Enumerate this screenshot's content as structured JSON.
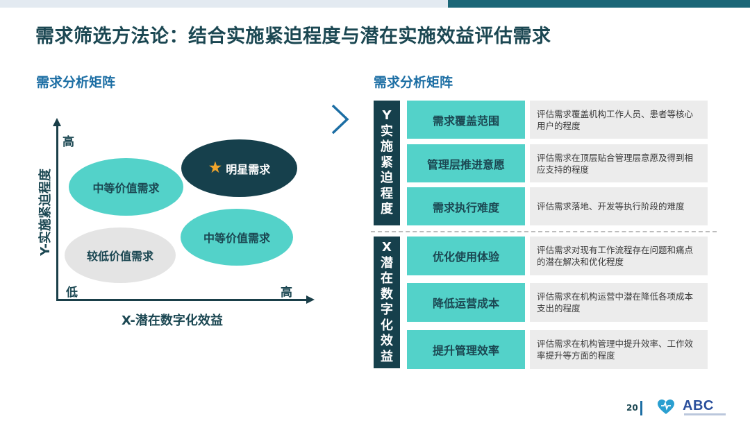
{
  "title": "需求筛选方法论：结合实施紧迫程度与潜在实施效益评估需求",
  "left_section": {
    "label": "需求分析矩阵",
    "y_axis_label": "Y-实施紧迫程度",
    "x_axis_label": "X-潜在数字化效益",
    "y_high": "高",
    "axis_low": "低",
    "x_high": "高",
    "quadrants": {
      "top_left": "中等价值需求",
      "top_right": "明星需求",
      "bottom_right": "中等价值需求",
      "bottom_left": "较低价值需求"
    },
    "star_glyph": "★"
  },
  "right_section": {
    "label": "需求分析矩阵",
    "groups": [
      {
        "chars": [
          "Y",
          "实",
          "施",
          "紧",
          "迫",
          "程",
          "度"
        ],
        "items": [
          {
            "name": "需求覆盖范围",
            "desc": "评估需求覆盖机构工作人员、患者等核心用户的程度"
          },
          {
            "name": "管理层推进意愿",
            "desc": "评估需求在顶层贴合管理层意愿及得到相应支持的程度"
          },
          {
            "name": "需求执行难度",
            "desc": "评估需求落地、开发等执行阶段的难度"
          }
        ]
      },
      {
        "chars": [
          "X",
          "潜",
          "在",
          "数",
          "字",
          "化",
          "效",
          "益"
        ],
        "items": [
          {
            "name": "优化使用体验",
            "desc": "评估需求对现有工作流程存在问题和痛点的潜在解决和优化程度"
          },
          {
            "name": "降低运营成本",
            "desc": "评估需求在机构运营中潜在降低各项成本支出的程度"
          },
          {
            "name": "提升管理效率",
            "desc": "评估需求在机构管理中提升效率、工作效率提升等方面的程度"
          }
        ]
      }
    ]
  },
  "footer": {
    "page_number": "20",
    "logo_text": "ABC"
  },
  "colors": {
    "teal": "#53d2c9",
    "dark": "#16404c",
    "blue_label": "#1c6ea4",
    "desc_bg": "#ececec",
    "star": "#f0a52c"
  }
}
